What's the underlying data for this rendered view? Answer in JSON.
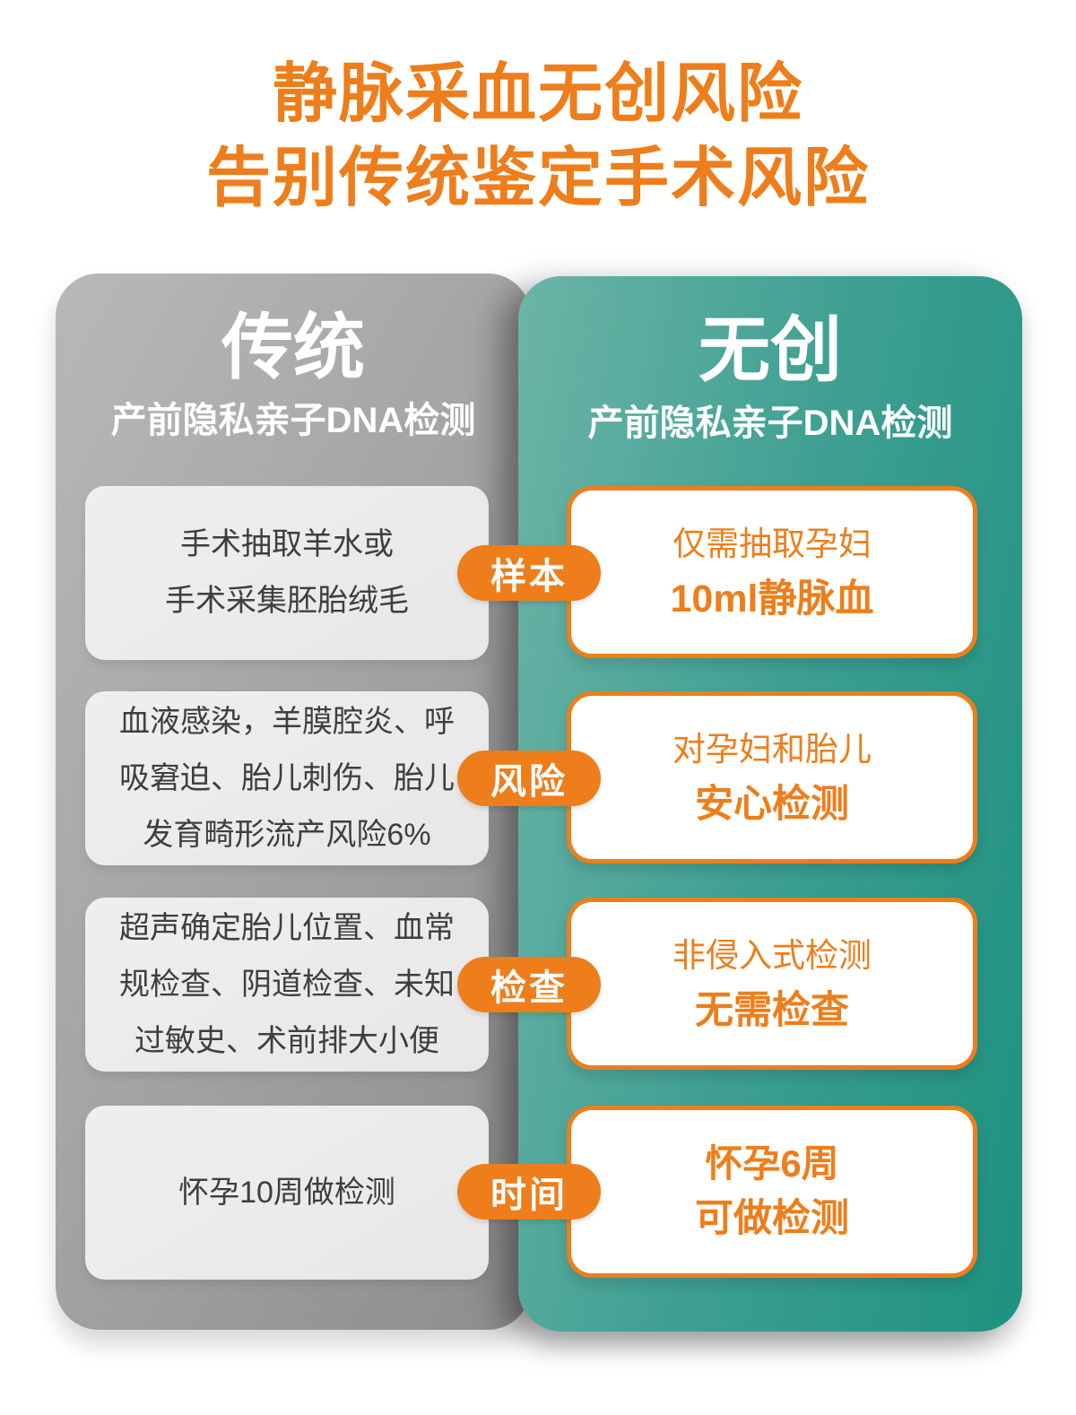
{
  "title": {
    "line1": "静脉采血无创风险",
    "line2": "告别传统鉴定手术风险"
  },
  "columns": {
    "traditional": {
      "title": "传统",
      "subtitle": "产前隐私亲子DNA检测"
    },
    "noninvasive": {
      "title": "无创",
      "subtitle": "产前隐私亲子DNA检测"
    }
  },
  "rows": [
    {
      "badge": "样本",
      "traditional": {
        "lines": [
          "手术抽取羊水或",
          "手术采集胚胎绒毛"
        ]
      },
      "noninvasive": {
        "line1": "仅需抽取孕妇",
        "line2": "10ml静脉血"
      }
    },
    {
      "badge": "风险",
      "traditional": {
        "lines": [
          "血液感染，羊膜腔炎、呼",
          "吸窘迫、胎儿刺伤、胎儿",
          "发育畸形流产风险6%"
        ]
      },
      "noninvasive": {
        "line1": "对孕妇和胎儿",
        "line2": "安心检测"
      }
    },
    {
      "badge": "检查",
      "traditional": {
        "lines": [
          "超声确定胎儿位置、血常",
          "规检查、阴道检查、未知",
          "过敏史、术前排大小便"
        ]
      },
      "noninvasive": {
        "line1": "非侵入式检测",
        "line2": "无需检查"
      }
    },
    {
      "badge": "时间",
      "traditional": {
        "lines": [
          "怀孕10周做检测"
        ]
      },
      "noninvasive": {
        "line1": "怀孕6周",
        "line2": "可做检测"
      }
    }
  ],
  "colors": {
    "accent_orange": "#ED7E1B",
    "teal_gradient_start": "#6CB4A7",
    "teal_gradient_end": "#1E9181",
    "gray_gradient_start": "#B8B8B8",
    "gray_gradient_end": "#8D8D8D",
    "traditional_card_bg": "#EBEBEB",
    "traditional_text": "#3E3E3E",
    "header_text": "#FFFFFF"
  }
}
